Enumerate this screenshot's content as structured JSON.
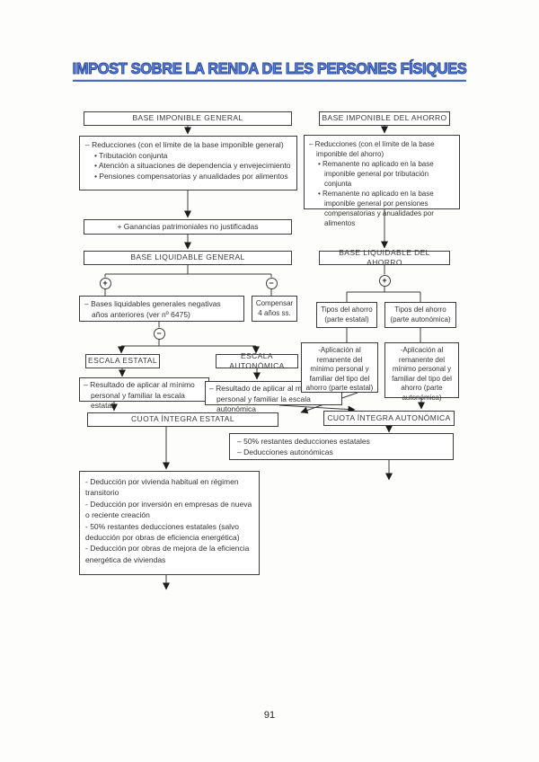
{
  "page": {
    "title": "IMPOST SOBRE LA RENDA DE LES PERSONES FÍSIQUES",
    "page_number": "91"
  },
  "operators": {
    "plus": "+",
    "minus": "−"
  },
  "colors": {
    "title_blue": "#5a84d8",
    "title_outline": "#27449e",
    "ink": "#333333"
  },
  "flow": {
    "base_imponible_general": "BASE IMPONIBLE GENERAL",
    "base_imponible_ahorro": "BASE IMPONIBLE DEL AHORRO",
    "reducciones_general": {
      "lead": "– Reducciones (con el límite de la base imponible general)",
      "items": [
        "• Tributación conjunta",
        "• Atención a situaciones de dependencia y envejecimiento",
        "• Pensiones compensatorias y anualidades por alimentos"
      ]
    },
    "reducciones_ahorro": {
      "lead": "– Reducciones (con el límite de la base imponible del ahorro)",
      "items": [
        "• Remanente no aplicado en la base imponible general por tributación conjunta",
        "• Remanente no aplicado en la base imponible general por pensiones compensatorias y anualidades por alimentos"
      ]
    },
    "ganancias": "+ Ganancias patrimoniales no justificadas",
    "base_liquidable_general": "BASE LIQUIDABLE GENERAL",
    "base_liquidable_ahorro": "BASE LIQUIDABLE DEL AHORRO",
    "bases_negativas": "– Bases liquidables generales negativas años anteriores (ver nº 6475)",
    "compensar": "Compensar 4 años ss.",
    "tipos_ahorro_estatal": "Tipos del ahorro (parte estatal)",
    "tipos_ahorro_autonomica": "Tipos del ahorro (parte autonómica)",
    "escala_estatal": "ESCALA ESTATAL",
    "escala_autonomica": "ESCALA AUTONÓMICA",
    "resultado_estatal": "– Resultado de aplicar al mínimo personal y familiar la escala estatal",
    "resultado_autonomica": "– Resultado de aplicar al mínimo personal y familiar la escala autonómica",
    "aplicacion_estatal": "-Aplicación al remanente del mínimo personal y familiar del tipo del ahorro (parte estatal)",
    "aplicacion_autonomica": "-Aplicación al remanente del mínimo personal y familiar del tipo del ahorro (parte autonómica)",
    "cuota_integra_estatal": "CUOTA ÍNTEGRA ESTATAL",
    "cuota_integra_autonomica": "CUOTA ÍNTEGRA AUTONÓMICA",
    "deducciones_cuota": [
      "– 50% restantes deducciones estatales",
      "– Deducciones autonómicas"
    ],
    "deducciones_finales": [
      "- Deducción por vivienda habitual en régimen transitorio",
      "- Deducción por inversión en empresas de nueva o reciente creación",
      "- 50% restantes deducciones estatales (salvo deducción por obras de eficiencia energética)",
      "- Deducción por obras de mejora de la eficiencia energética de viviendas"
    ]
  }
}
